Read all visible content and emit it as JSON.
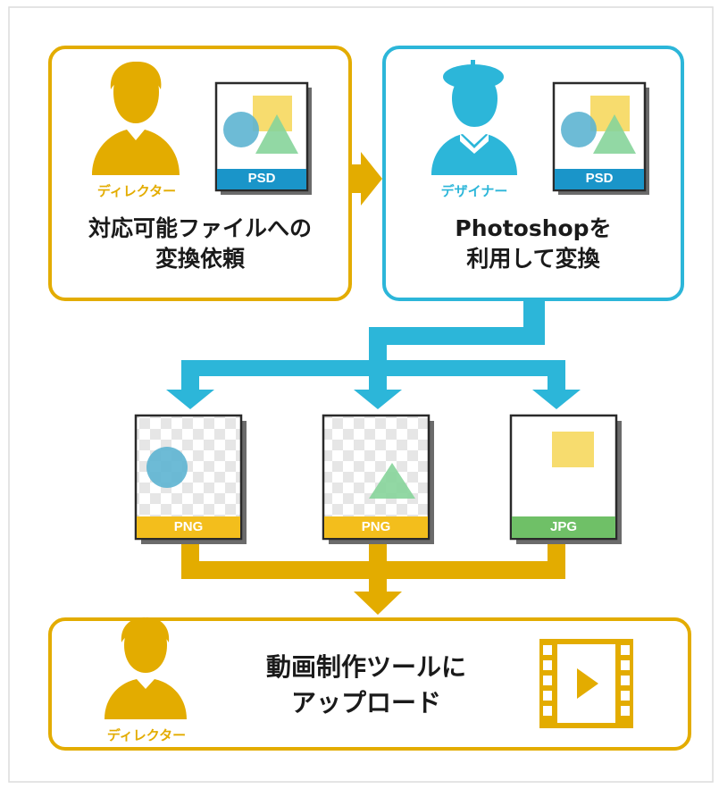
{
  "colors": {
    "gold": "#e3ac00",
    "cyan": "#2cb6d9",
    "png_bar": "#f3be1c",
    "jpg_bar": "#6fc067",
    "psd_bar": "#1a95c9",
    "circle": "#5db4d2",
    "square": "#f7dc6e",
    "triangle": "#86d49a"
  },
  "step1": {
    "role": "ディレクター",
    "file_label": "PSD",
    "title_line1": "対応可能ファイルへの",
    "title_line2": "変換依頼",
    "person_icon": "person-icon"
  },
  "step2": {
    "role": "デザイナー",
    "file_label": "PSD",
    "title_line1": "Photoshopを",
    "title_line2": "利用して変換",
    "person_icon": "person-beret-icon"
  },
  "outputs": [
    {
      "label": "PNG",
      "shape": "circle"
    },
    {
      "label": "PNG",
      "shape": "triangle"
    },
    {
      "label": "JPG",
      "shape": "square"
    }
  ],
  "step3": {
    "role": "ディレクター",
    "title_line1": "動画制作ツールに",
    "title_line2": "アップロード",
    "person_icon": "person-icon",
    "video_icon": "film-play-icon"
  }
}
